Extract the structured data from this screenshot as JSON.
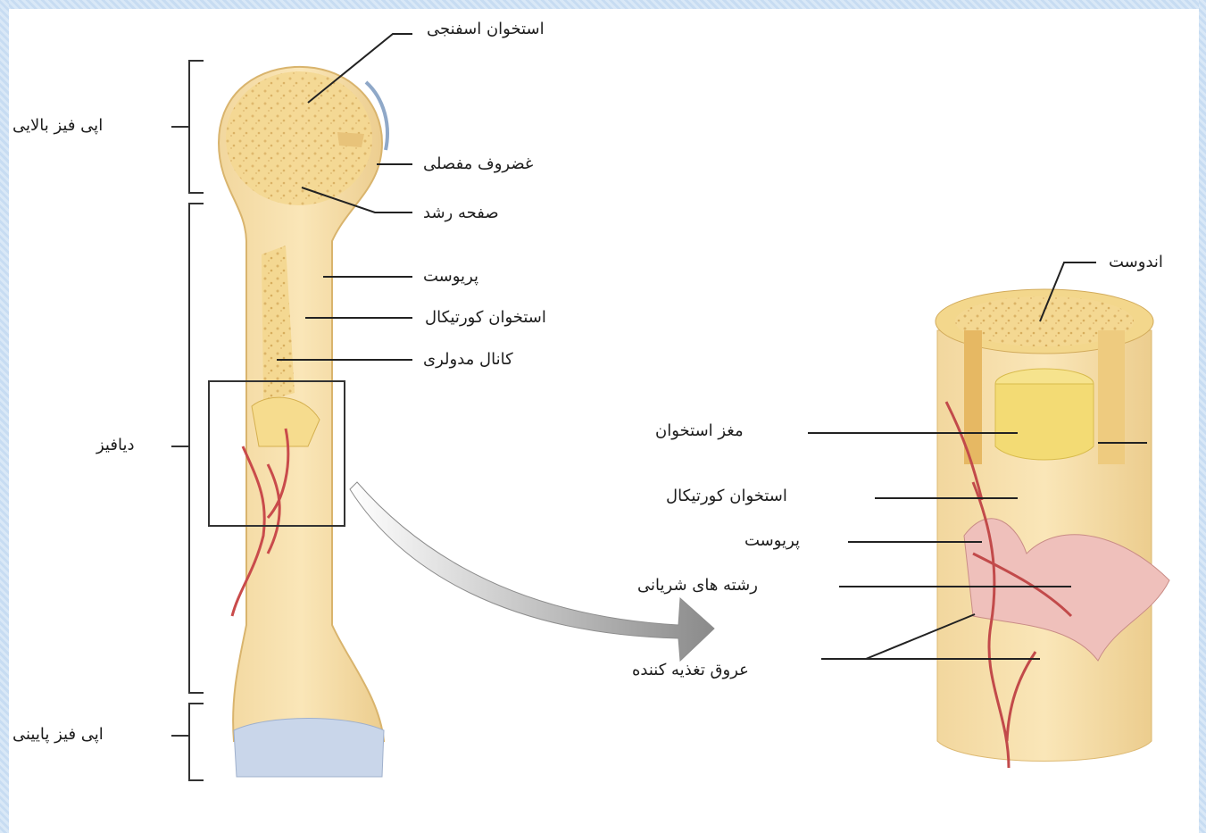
{
  "left_labels": {
    "spongy_bone": "استخوان اسفنجی",
    "articular_cartilage": "غضروف مفصلی",
    "growth_plate": "صفحه رشد",
    "periosteum": "پریوست",
    "cortical_bone": "استخوان کورتیکال",
    "medullary_canal": "کانال مدولری"
  },
  "regions": {
    "proximal_epiphysis": "اپی فیز بالایی",
    "diaphysis": "دیافیز",
    "distal_epiphysis": "اپی فیز پایینی"
  },
  "right_labels": {
    "endosteum": "اندوست",
    "bone_marrow": "مغز استخوان",
    "cortical_bone": "استخوان کورتیکال",
    "periosteum": "پریوست",
    "arterial_fibers": "رشته های شریانی",
    "nutrient_vessels": "عروق تغذیه کننده"
  }
}
